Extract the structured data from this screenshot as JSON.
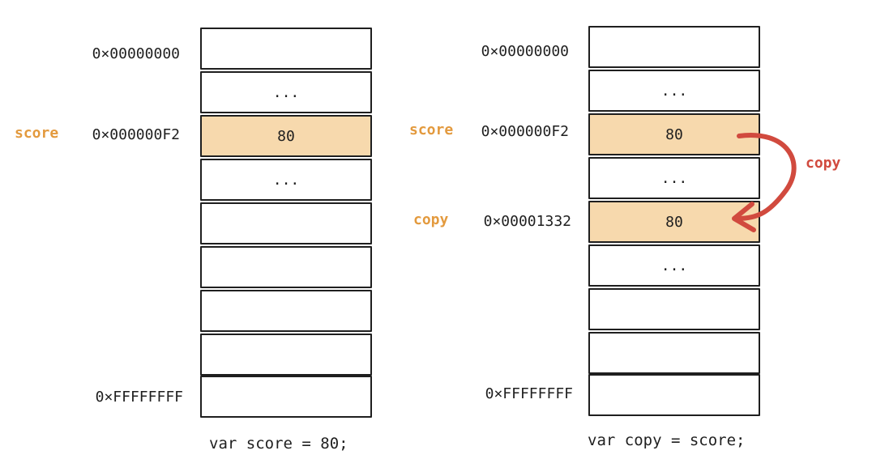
{
  "left_panel": {
    "addr_top": "0×00000000",
    "addr_mid": "0×000000F2",
    "addr_bottom": "0×FFFFFFFF",
    "var_label": "score",
    "cells": [
      "",
      "...",
      "80",
      "...",
      "",
      "",
      "",
      "",
      ""
    ],
    "code": "var score = 80;"
  },
  "right_panel": {
    "addr_top": "0×00000000",
    "addr_mid": "0×000000F2",
    "addr_copy": "0×00001332",
    "addr_bottom": "0×FFFFFFFF",
    "var_label_score": "score",
    "var_label_copy": "copy",
    "cells": [
      "",
      "...",
      "80",
      "...",
      "80",
      "...",
      "",
      "",
      ""
    ],
    "code": "var copy = score;",
    "arrow_label": "copy"
  },
  "colors": {
    "highlight": "#f7d9ad",
    "variable": "#e39a3e",
    "arrow": "#d14a3e",
    "stroke": "#1f1f1f"
  }
}
